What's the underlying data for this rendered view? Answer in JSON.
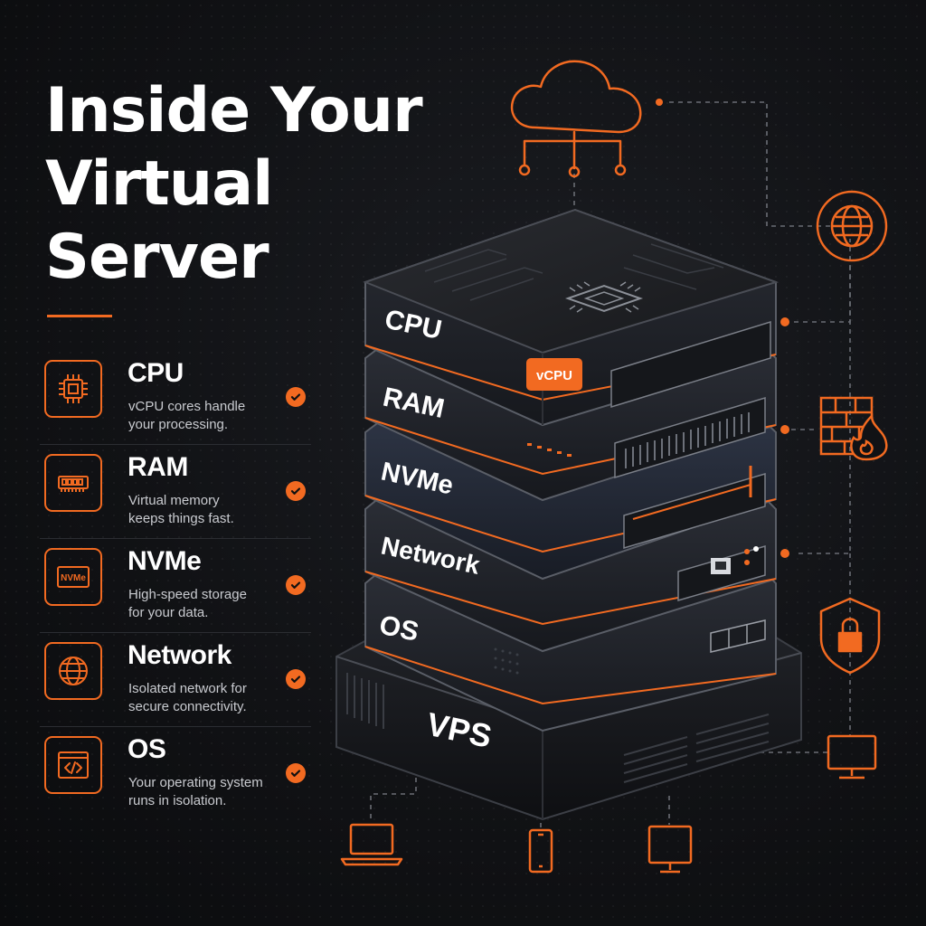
{
  "title_lines": [
    "Inside Your",
    "Virtual",
    "Server"
  ],
  "features": [
    {
      "title": "CPU",
      "desc1": "vCPU cores handle",
      "desc2": "your processing.",
      "icon": "cpu-chip-icon"
    },
    {
      "title": "RAM",
      "desc1": "Virtual memory",
      "desc2": "keeps things fast.",
      "icon": "memory-module-icon"
    },
    {
      "title": "NVMe",
      "desc1": "High-speed storage",
      "desc2": "for your data.",
      "icon": "nvme-drive-icon",
      "icon_text": "NVMe"
    },
    {
      "title": "Network",
      "desc1": "Isolated network for",
      "desc2": "secure connectivity.",
      "icon": "globe-icon"
    },
    {
      "title": "OS",
      "desc1": "Your operating system",
      "desc2": "runs in isolation.",
      "icon": "code-window-icon"
    }
  ],
  "stack": {
    "cpu_label": "CPU",
    "vcpu_badge": "vCPU",
    "ram_label": "RAM",
    "nvme_label": "NVMe",
    "network_label": "Network",
    "os_label": "OS",
    "base_label": "VPS"
  },
  "colors": {
    "accent": "#f26a21",
    "background": "#111215",
    "text": "#ffffff",
    "muted": "#c9cbd0"
  },
  "side_icons": [
    "cloud-network-icon",
    "globe-icon",
    "firewall-icon",
    "shield-lock-icon",
    "monitor-icon"
  ],
  "client_icons": [
    "laptop-icon",
    "smartphone-icon",
    "desktop-monitor-icon"
  ]
}
